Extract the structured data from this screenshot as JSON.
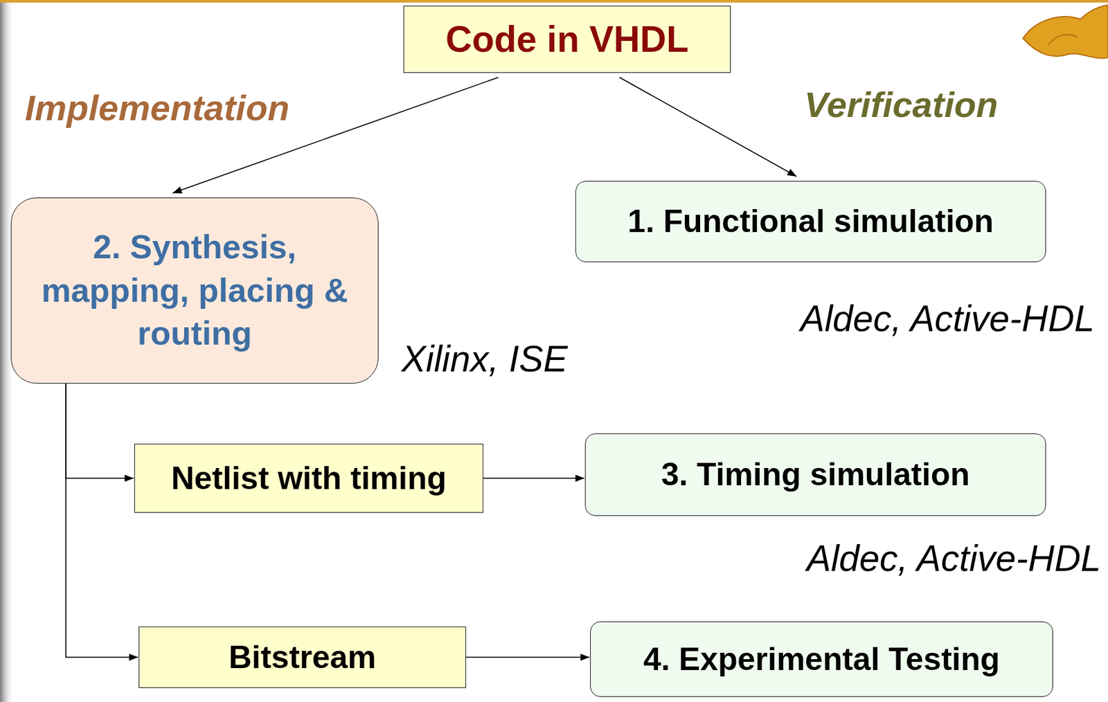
{
  "diagram": {
    "nodes": [
      {
        "text": [
          "Code in VHDL"
        ]
      },
      {
        "text": [
          "2. Synthesis, mapping, placing & routing"
        ]
      },
      {
        "text": [
          "1. Functional simulation"
        ]
      },
      {
        "text": [
          "Netlist with timing"
        ]
      },
      {
        "text": [
          "3. Timing simulation"
        ]
      },
      {
        "text": [
          "Bitstream"
        ]
      },
      {
        "text": [
          "4. Experimental Testing"
        ]
      }
    ],
    "edges": [
      {
        "from": 0,
        "to": 1,
        "arrow": "to"
      },
      {
        "from": 0,
        "to": 2,
        "arrow": "to"
      },
      {
        "from": 1,
        "to": 3,
        "arrow": "to"
      },
      {
        "from": 1,
        "to": 5,
        "arrow": "to"
      },
      {
        "from": 3,
        "to": 4,
        "arrow": "to"
      },
      {
        "from": 5,
        "to": 6,
        "arrow": "to"
      }
    ],
    "labels": [
      "Implementation",
      "Verification",
      "Aldec, Active-HDL",
      "Xilinx, ISE",
      "Aldec, Active-HDL"
    ]
  }
}
